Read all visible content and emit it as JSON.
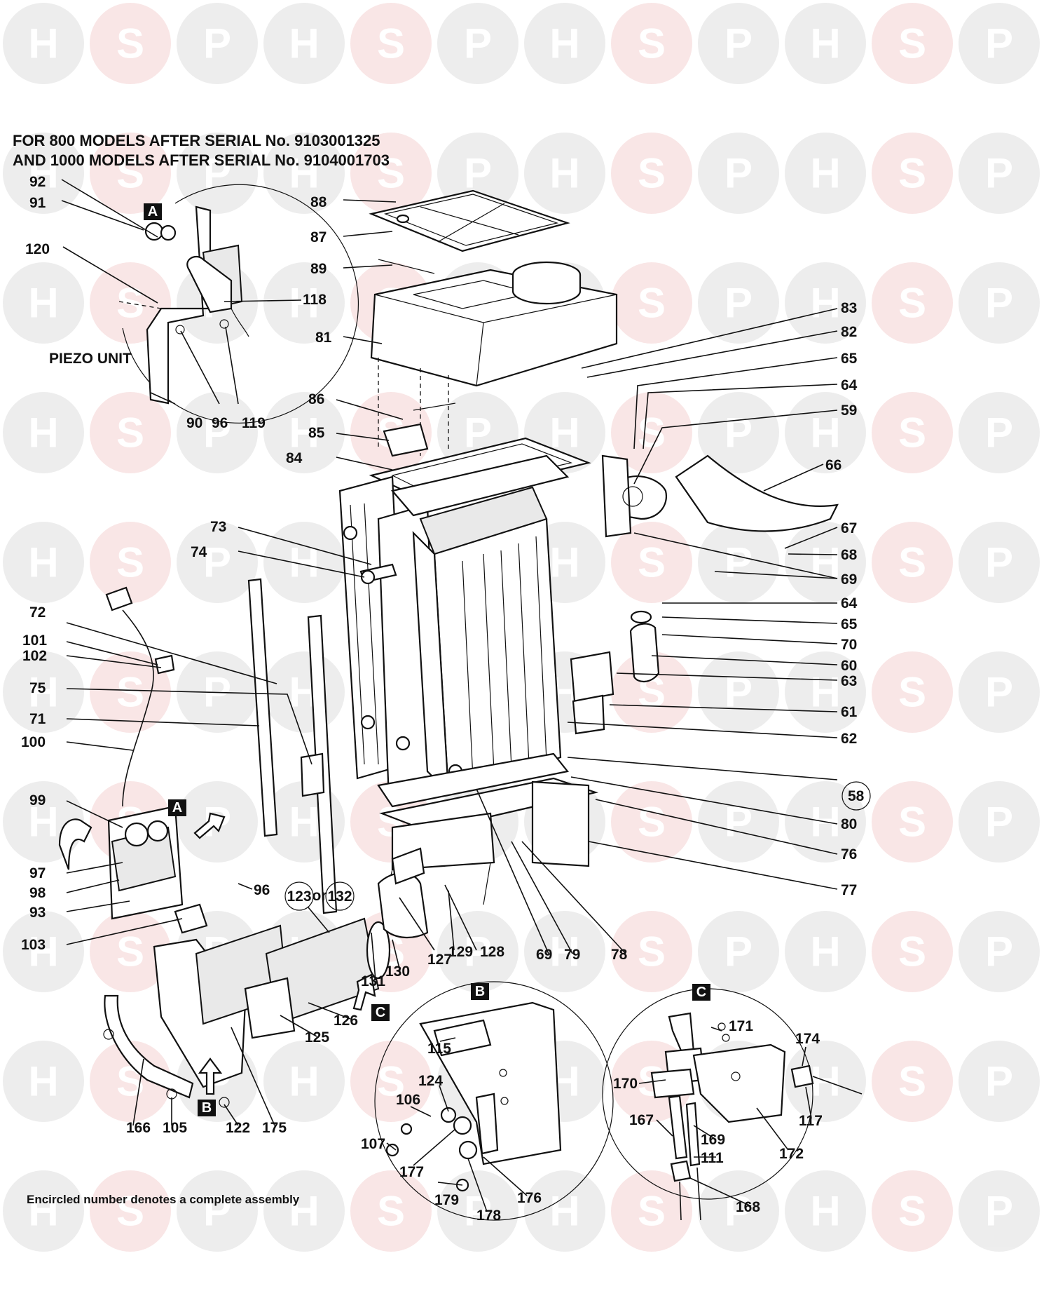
{
  "watermark": {
    "letters": [
      "H",
      "S",
      "P"
    ],
    "colors": {
      "H": "#8a8a8a",
      "S": "#d98a8a",
      "P": "#8a8a8a"
    }
  },
  "header": {
    "line1": "FOR 800 MODELS AFTER SERIAL No. 9103001325",
    "line2": "AND 1000 MODELS AFTER SERIAL No. 9104001703"
  },
  "insets": {
    "A": {
      "letter": "A",
      "caption": "PIEZO UNIT"
    },
    "B": {
      "letter": "B"
    },
    "C": {
      "letter": "C"
    }
  },
  "footer_note": "Encircled number denotes a complete assembly",
  "assembly_label": "58",
  "burner_option": {
    "a": "123",
    "or": "or",
    "b": "132"
  },
  "part_numbers": [
    "92",
    "91",
    "120",
    "118",
    "90",
    "96",
    "119",
    "88",
    "87",
    "89",
    "81",
    "83",
    "82",
    "65",
    "64",
    "59",
    "66",
    "67",
    "68",
    "69",
    "64",
    "65",
    "70",
    "60",
    "63",
    "61",
    "62",
    "86",
    "85",
    "84",
    "73",
    "74",
    "72",
    "101",
    "102",
    "75",
    "71",
    "100",
    "99",
    "97",
    "98",
    "93",
    "103",
    "96",
    "80",
    "76",
    "77",
    "69",
    "79",
    "78",
    "127",
    "129",
    "128",
    "130",
    "131",
    "126",
    "125",
    "166",
    "105",
    "122",
    "175",
    "115",
    "124",
    "106",
    "107",
    "177",
    "179",
    "178",
    "176",
    "171",
    "174",
    "170",
    "117",
    "167",
    "169",
    "111",
    "172",
    "168"
  ]
}
